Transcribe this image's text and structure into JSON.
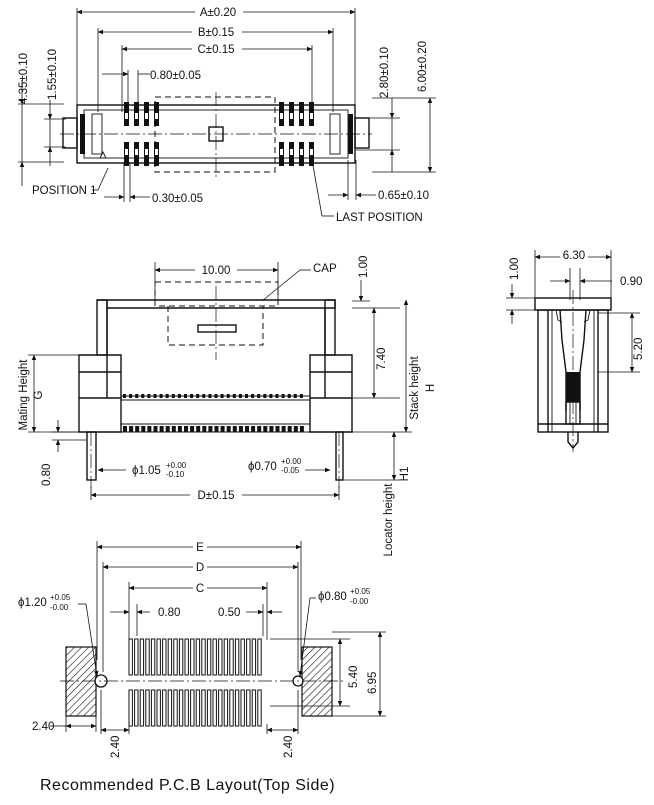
{
  "top_view": {
    "dim_a": "A±0.20",
    "dim_b": "B±0.15",
    "dim_c": "C±0.15",
    "pitch": "0.80±0.05",
    "width": "4.35±0.10",
    "inner": "1.55±0.10",
    "height_a": "2.80±0.10",
    "height_b": "6.00±0.20",
    "pin_width": "0.30±0.05",
    "offset": "0.65±0.10",
    "position_first": "POSITION 1",
    "position_last": "LAST POSITION"
  },
  "front_view": {
    "cap_width": "10.00",
    "cap_label": "CAP",
    "cap_height": "1.00",
    "body_height": "7.40",
    "mating_height": "Mating Height",
    "mating_letter": "G",
    "stack_height": "Stack height",
    "stack_letter": "H",
    "locator_height": "Locator height",
    "locator_letter": "H1",
    "foot": "0.80",
    "hole_large": "ϕ1.05",
    "hole_large_tol_upper": "+0.00",
    "hole_large_tol_lower": "-0.10",
    "hole_small": "ϕ0.70",
    "hole_small_tol_upper": "+0.00",
    "hole_small_tol_lower": "-0.05",
    "dim_d": "D±0.15"
  },
  "side_view": {
    "width": "6.30",
    "top": "1.00",
    "slot": "0.90",
    "depth": "5.20"
  },
  "pcb_layout": {
    "dim_e": "E",
    "dim_d": "D",
    "dim_c": "C",
    "pitch": "0.80",
    "pad_width": "0.50",
    "hole_left": "ϕ1.20",
    "hole_left_tol_upper": "+0.05",
    "hole_left_tol_lower": "-0.00",
    "hole_right": "ϕ0.80",
    "hole_right_tol_upper": "+0.05",
    "hole_right_tol_lower": "-0.00",
    "row_span": "5.40",
    "total_span": "6.95",
    "pad_block_width": "2.40",
    "offset_left": "2.40",
    "offset_right": "2.40",
    "caption": "Recommended P.C.B Layout(Top Side)"
  }
}
